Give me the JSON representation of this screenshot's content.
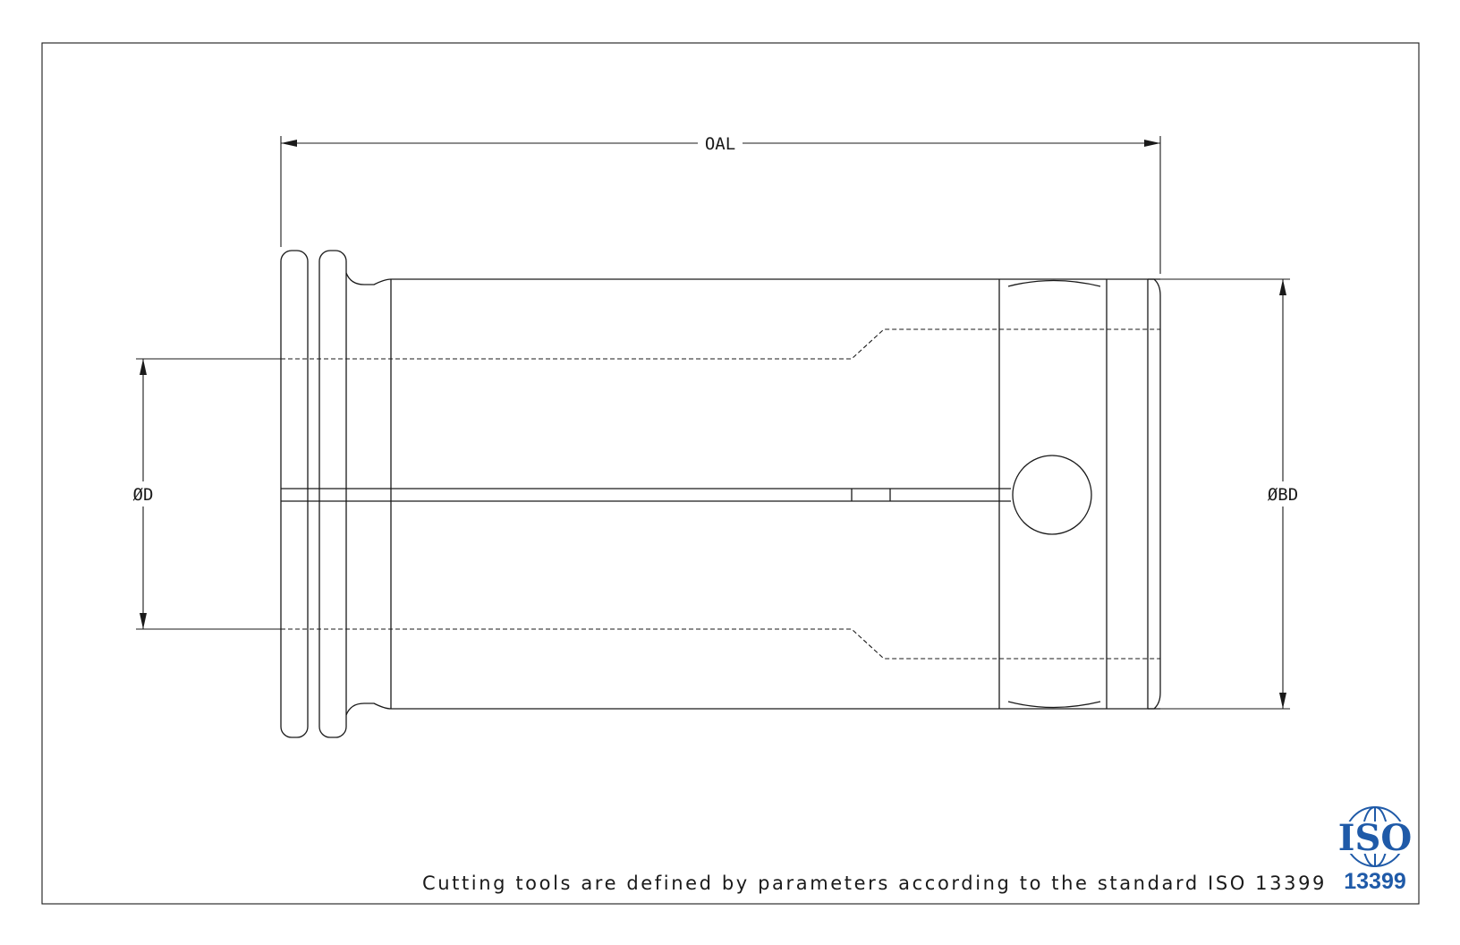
{
  "dimensions": {
    "oal": "OAL",
    "od": "ØD",
    "obd": "ØBD"
  },
  "caption": "Cutting tools are defined by parameters according to the standard ISO 13399",
  "logo": {
    "text": "ISO",
    "number": "13399",
    "icon": "globe-icon",
    "color": "#1f5aa8"
  }
}
